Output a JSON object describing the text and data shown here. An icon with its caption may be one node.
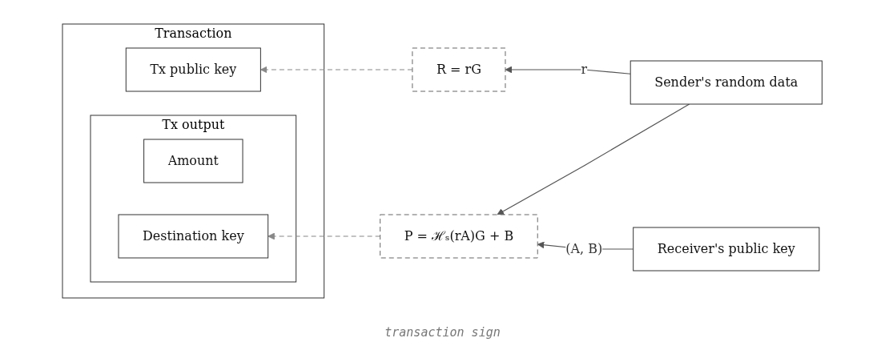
{
  "diagram": {
    "caption": "transaction sign",
    "nodes": [
      {
        "text": [
          "Transaction"
        ]
      },
      {
        "text": [
          "Tx public key"
        ],
        "in": 0
      },
      {
        "text": [
          "Tx output"
        ],
        "in": 0
      },
      {
        "text": [
          "Amount"
        ],
        "in": 2
      },
      {
        "text": [
          "Destination key"
        ],
        "in": 2
      },
      {
        "text": [
          "R = rG"
        ]
      },
      {
        "text": [
          "P = ℋₛ(rA)G + B"
        ]
      },
      {
        "text": [
          "Sender's random data"
        ]
      },
      {
        "text": [
          "Receiver's public key"
        ]
      }
    ],
    "edges": [
      {
        "from": 5,
        "to": 1,
        "arrow": "to",
        "style": "dashed",
        "color": "#888888"
      },
      {
        "from": 6,
        "to": 4,
        "arrow": "to",
        "style": "dashed",
        "color": "#888888"
      },
      {
        "from": 7,
        "to": 5,
        "arrow": "to",
        "label": "r"
      },
      {
        "from": 7,
        "to": 6,
        "arrow": "to"
      },
      {
        "from": 8,
        "to": 6,
        "arrow": "to",
        "label": "(A, B)"
      }
    ]
  }
}
